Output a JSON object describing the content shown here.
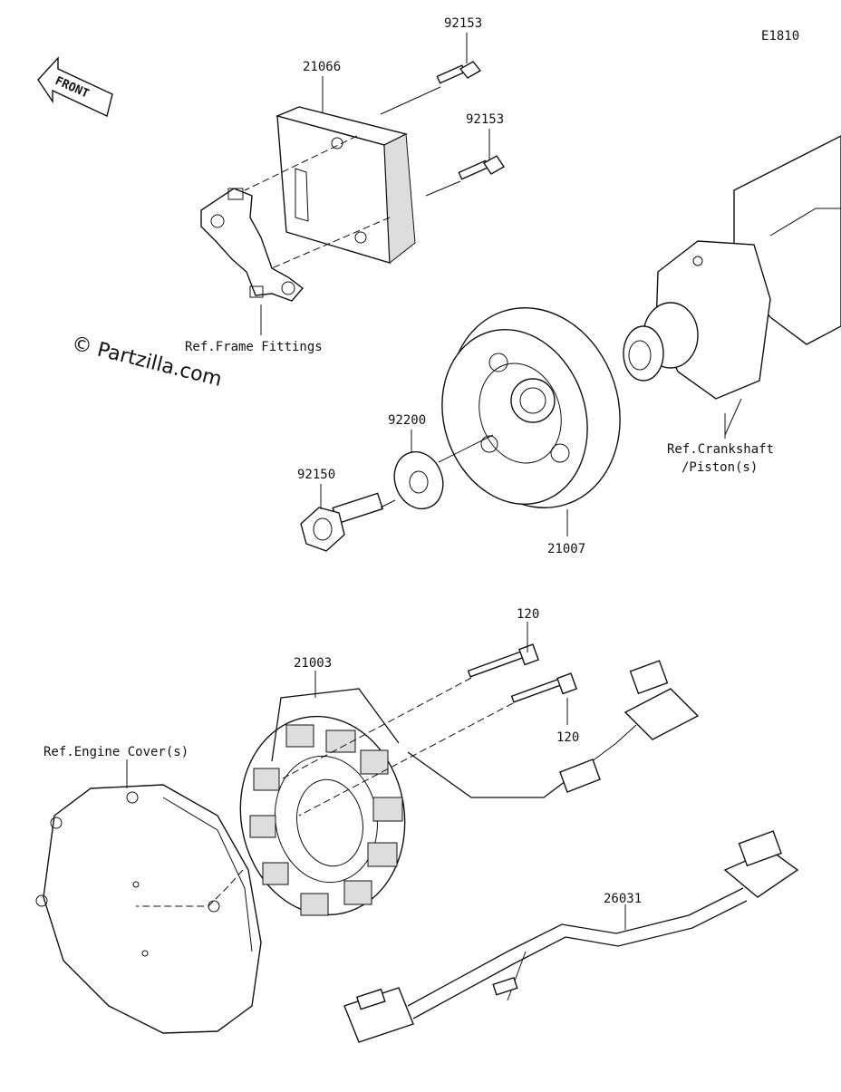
{
  "diagram_code": "E1810",
  "watermark": "© Partzilla.com",
  "front_arrow": "FRONT",
  "labels": {
    "p92153_a": "92153",
    "p21066": "21066",
    "p92153_b": "92153",
    "ref_frame": "Ref.Frame Fittings",
    "p92200": "92200",
    "p92150": "92150",
    "p21007": "21007",
    "ref_crank_1": "Ref.Crankshaft",
    "ref_crank_2": "/Piston(s)",
    "p120_a": "120",
    "p21003": "21003",
    "p120_b": "120",
    "ref_engine": "Ref.Engine Cover(s)",
    "p26031": "26031"
  }
}
